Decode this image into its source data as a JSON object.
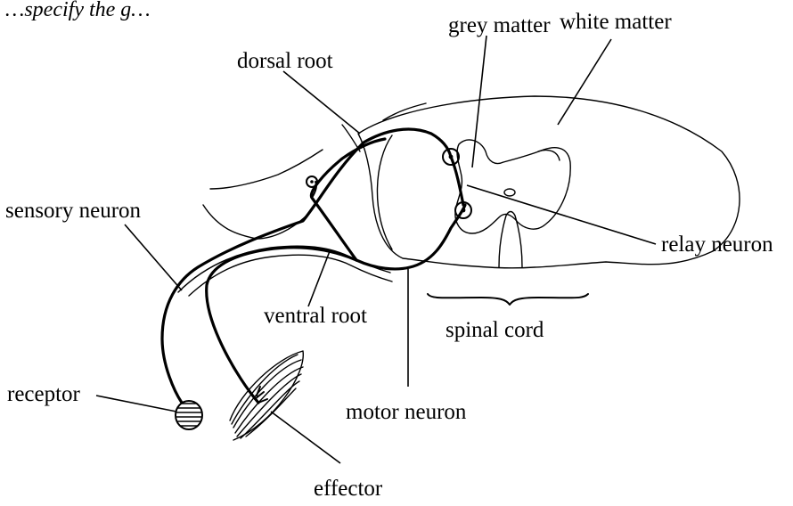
{
  "header_fragment": "…specify the g…",
  "labels": {
    "grey_matter": "grey matter",
    "white_matter": "white matter",
    "dorsal_root": "dorsal root",
    "sensory_neuron": "sensory neuron",
    "relay_neuron": "relay neuron",
    "ventral_root": "ventral root",
    "spinal_cord": "spinal cord",
    "receptor": "receptor",
    "motor_neuron": "motor neuron",
    "effector": "effector"
  }
}
